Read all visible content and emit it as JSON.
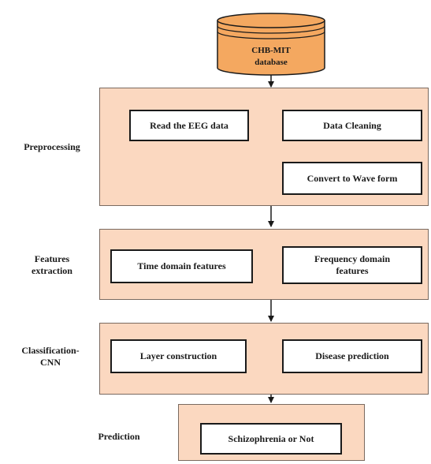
{
  "database": {
    "line1": "CHB-MIT",
    "line2": "database"
  },
  "stages": {
    "preprocessing": {
      "label": "Preprocessing",
      "read_eeg": "Read the EEG data",
      "data_cleaning": "Data Cleaning",
      "convert_wave": "Convert to Wave form"
    },
    "features": {
      "label": "Features\nextraction",
      "time_domain": "Time domain features",
      "frequency_domain": "Frequency domain\nfeatures"
    },
    "classification": {
      "label": "Classification-\nCNN",
      "layer_construction": "Layer construction",
      "disease_prediction": "Disease prediction"
    },
    "prediction": {
      "label": "Prediction",
      "result": "Schizophrenia or Not"
    }
  },
  "colors": {
    "panel_fill": "#fbd8c0",
    "database_fill": "#f4a860",
    "box_border": "#1a1a1a"
  }
}
